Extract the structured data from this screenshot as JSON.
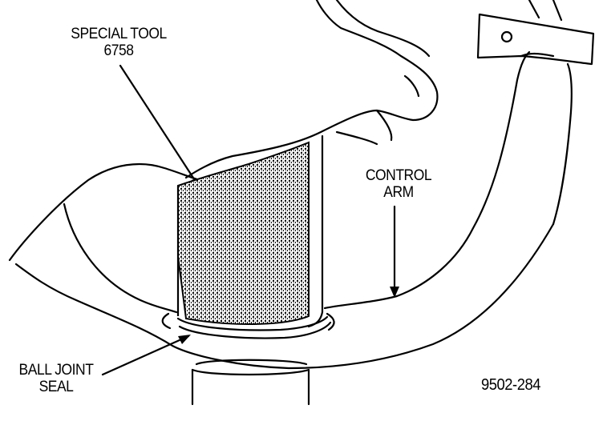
{
  "labels": {
    "special_tool_line1": "SPECIAL TOOL",
    "special_tool_line2": "6758",
    "control_arm_line1": "CONTROL",
    "control_arm_line2": "ARM",
    "ball_joint_line1": "BALL JOINT",
    "ball_joint_line2": "SEAL",
    "figure_number": "9502-284"
  },
  "colors": {
    "ink": "#000000",
    "paper": "#ffffff"
  }
}
